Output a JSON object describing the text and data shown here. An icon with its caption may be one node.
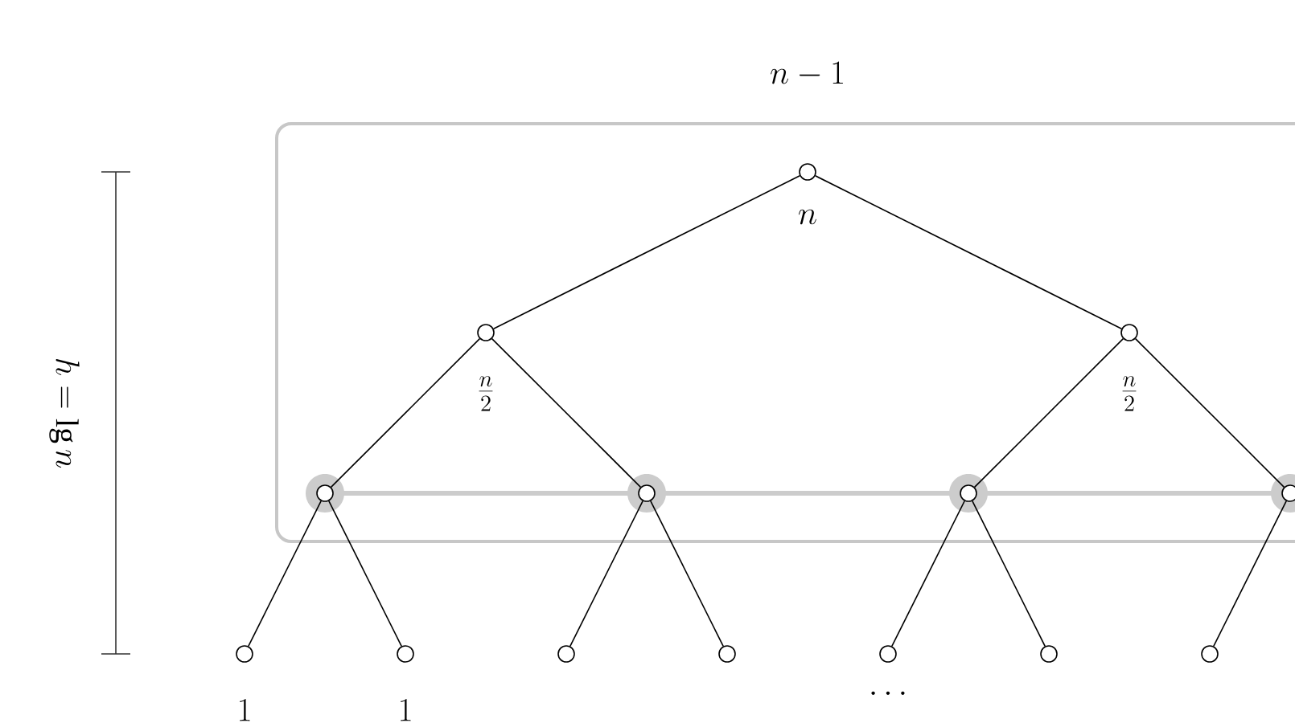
{
  "diagram": {
    "nodes": [
      {
        "text": [
          "n-1"
        ]
      },
      {
        "text": [
          "n"
        ],
        "in": 0
      },
      {
        "text": [
          "\\frac{n}{2}"
        ],
        "in": 0
      },
      {
        "text": [
          "\\frac{n}{2}"
        ],
        "in": 0
      },
      {
        "text": [],
        "shape": "circle",
        "in": 0
      },
      {
        "text": [],
        "shape": "circle",
        "in": 0
      },
      {
        "text": [],
        "shape": "circle",
        "in": 0
      },
      {
        "text": [],
        "shape": "circle",
        "in": 0
      },
      {
        "text": [
          "1"
        ]
      },
      {
        "text": [
          "1"
        ]
      },
      {
        "text": [],
        "shape": "circle"
      },
      {
        "text": [],
        "shape": "circle"
      },
      {
        "text": [],
        "shape": "circle"
      },
      {
        "text": [],
        "shape": "circle"
      },
      {
        "text": [],
        "shape": "circle"
      }
    ],
    "edges": [
      {
        "from": 1,
        "to": 2,
        "arrow": "none"
      },
      {
        "from": 1,
        "to": 3,
        "arrow": "none"
      },
      {
        "from": 2,
        "to": 4,
        "arrow": "none"
      },
      {
        "from": 2,
        "to": 5,
        "arrow": "none"
      },
      {
        "from": 3,
        "to": 6,
        "arrow": "none"
      },
      {
        "from": 3,
        "to": 7,
        "arrow": "none"
      },
      {
        "from": 4,
        "to": 8,
        "arrow": "none"
      },
      {
        "from": 4,
        "to": 9,
        "arrow": "none"
      },
      {
        "from": 5,
        "to": 10,
        "arrow": "none"
      },
      {
        "from": 5,
        "to": 11,
        "arrow": "none"
      },
      {
        "from": 6,
        "to": 12,
        "arrow": "none"
      },
      {
        "from": 6,
        "to": 13,
        "arrow": "none"
      },
      {
        "from": 7,
        "to": 14,
        "arrow": "none"
      }
    ],
    "labels": [
      "\\cdots",
      "h = \\lg n"
    ]
  }
}
